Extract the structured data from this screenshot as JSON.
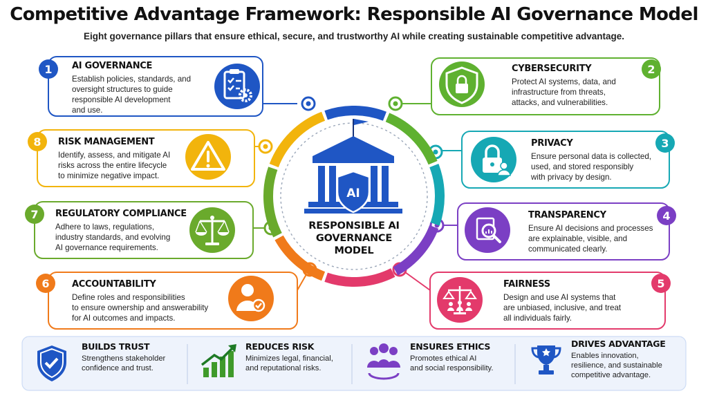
{
  "header": {
    "title": "Competitive Advantage Framework: Responsible AI Governance Model",
    "subtitle": "Eight governance pillars that ensure ethical, secure, and trustworthy AI while creating sustainable competitive advantage."
  },
  "center": {
    "badge": "AI",
    "label_line1": "RESPONSIBLE AI",
    "label_line2": "GOVERNANCE",
    "label_line3": "MODEL"
  },
  "pillars": [
    {
      "number": "1",
      "title": "AI GOVERNANCE",
      "desc": [
        "Establish policies, standards, and",
        "oversight structures to guide",
        "responsible AI development",
        "and use."
      ],
      "color": "#1f56c4",
      "icon": "clipboard-gear-icon"
    },
    {
      "number": "2",
      "title": "CYBERSECURITY",
      "desc": [
        "Protect AI systems, data, and",
        "infrastructure from threats,",
        "attacks, and vulnerabilities."
      ],
      "color": "#5fb130",
      "icon": "shield-lock-icon"
    },
    {
      "number": "3",
      "title": "PRIVACY",
      "desc": [
        "Ensure personal data is collected,",
        "used, and stored responsibly",
        "with privacy by design."
      ],
      "color": "#16a8b4",
      "icon": "padlock-user-icon"
    },
    {
      "number": "4",
      "title": "TRANSPARENCY",
      "desc": [
        "Ensure AI decisions and processes",
        "are explainable, visible, and",
        "communicated clearly."
      ],
      "color": "#7b3fc4",
      "icon": "magnifier-report-icon"
    },
    {
      "number": "5",
      "title": "FAIRNESS",
      "desc": [
        "Design and use AI systems that",
        "are unbiased, inclusive, and treat",
        "all individuals fairly."
      ],
      "color": "#e33a6b",
      "icon": "balance-people-icon"
    },
    {
      "number": "6",
      "title": "ACCOUNTABILITY",
      "desc": [
        "Define roles and responsibilities",
        "to ensure ownership and answerability",
        "for AI outcomes and impacts."
      ],
      "color": "#f07a1a",
      "icon": "person-check-icon"
    },
    {
      "number": "7",
      "title": "REGULATORY COMPLIANCE",
      "desc": [
        "Adhere to laws, regulations,",
        "industry standards, and evolving",
        "AI governance requirements."
      ],
      "color": "#6aaa2c",
      "icon": "scales-icon"
    },
    {
      "number": "8",
      "title": "RISK MANAGEMENT",
      "desc": [
        "Identify, assess, and mitigate AI",
        "risks across the entire lifecycle",
        "to minimize negative impact."
      ],
      "color": "#f2b40c",
      "icon": "warning-icon"
    }
  ],
  "benefits": [
    {
      "title": "BUILDS TRUST",
      "desc": [
        "Strengthens stakeholder",
        "confidence and trust."
      ],
      "icon": "shield-check-icon",
      "color": "#1f56c4"
    },
    {
      "title": "REDUCES RISK",
      "desc": [
        "Minimizes legal, financial,",
        "and reputational risks."
      ],
      "icon": "growth-chart-icon",
      "color": "#3f9a2a"
    },
    {
      "title": "ENSURES ETHICS",
      "desc": [
        "Promotes ethical AI",
        "and social responsibility."
      ],
      "icon": "group-icon",
      "color": "#7b3fc4"
    },
    {
      "title": "DRIVES ADVANTAGE",
      "desc": [
        "Enables innovation,",
        "resilience, and sustainable",
        "competitive advantage."
      ],
      "icon": "trophy-icon",
      "color": "#1f56c4"
    }
  ]
}
